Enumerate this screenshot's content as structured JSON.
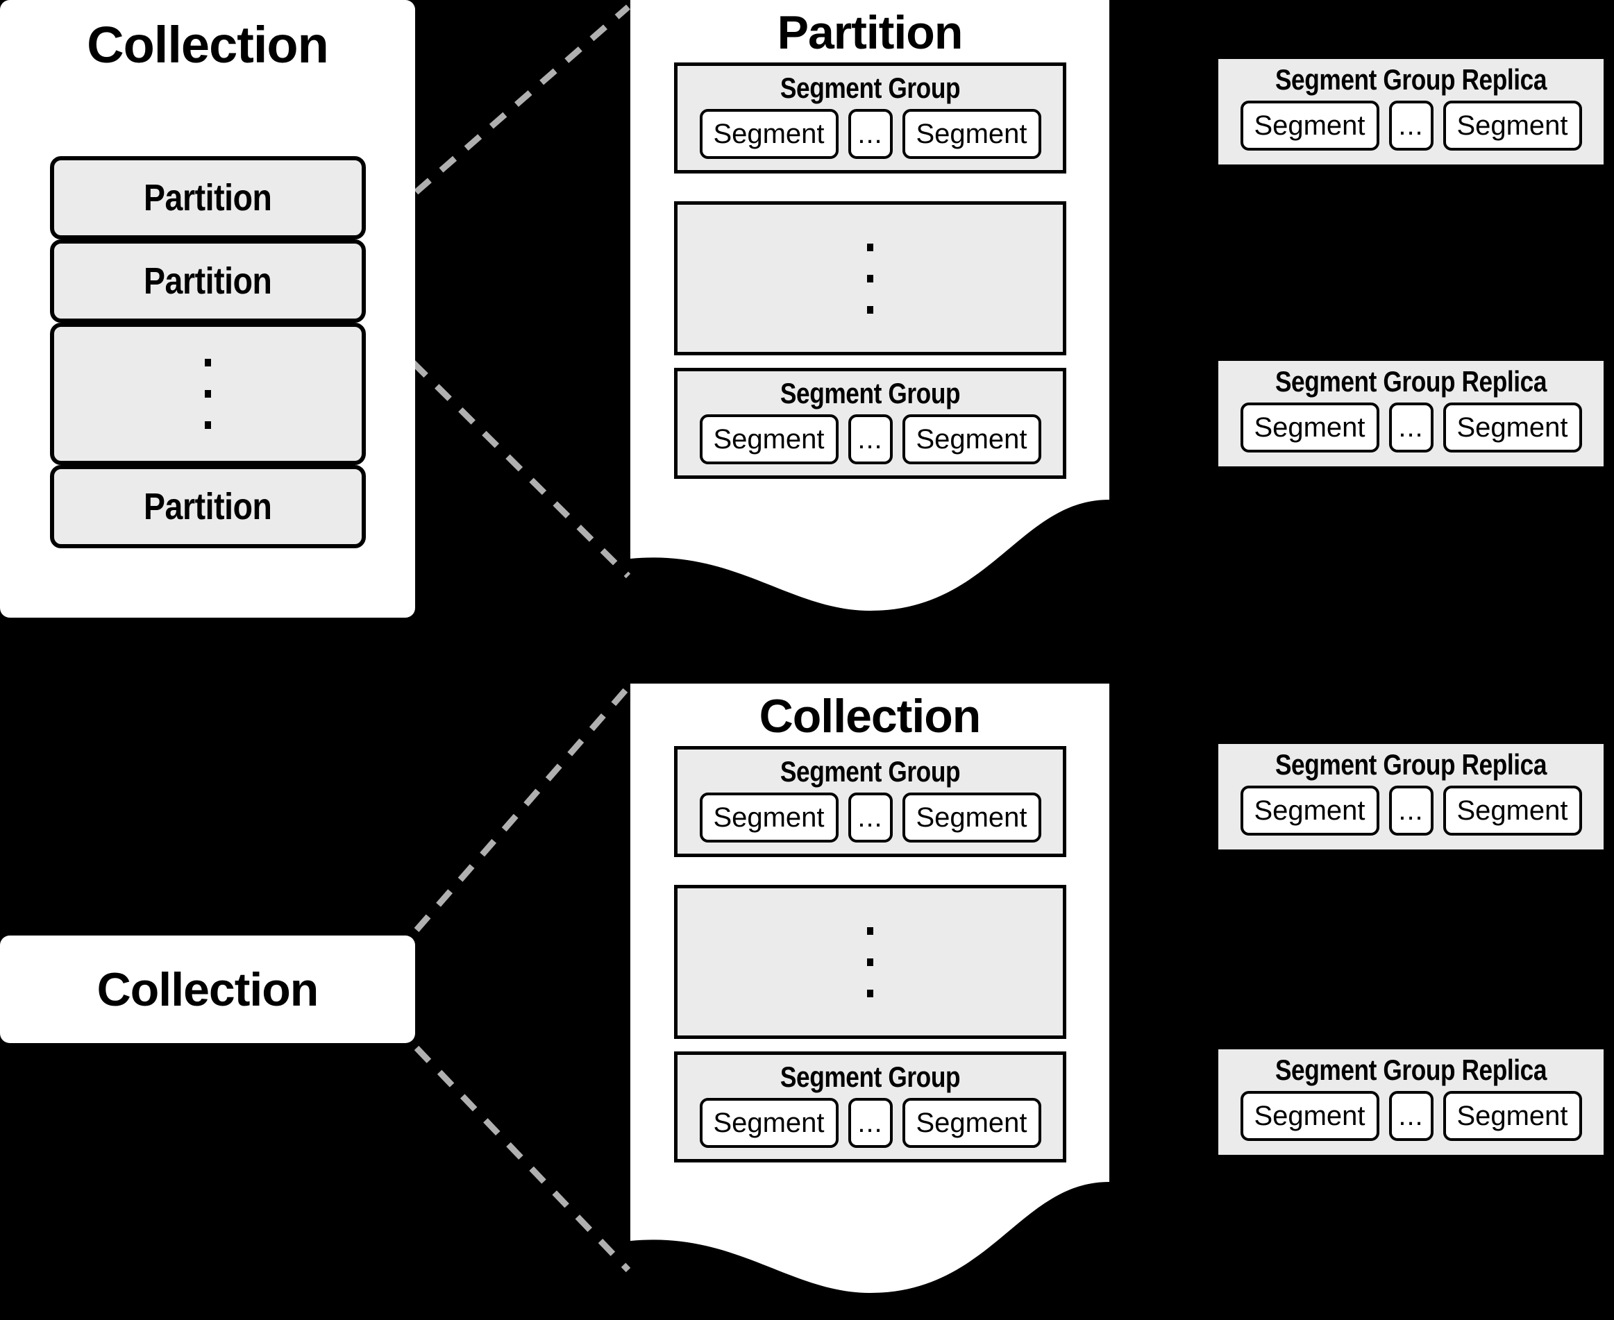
{
  "diagram": {
    "title": "Collection / Partition / Segment Group hierarchy",
    "colors": {
      "background": "#000000",
      "sheet": "#ffffff",
      "group_fill": "#ebebeb",
      "stroke": "#000000",
      "connector": "#b0b0b0"
    },
    "labels": {
      "collection": "Collection",
      "partition": "Partition",
      "segment_group": "Segment Group",
      "segment_group_replica": "Segment Group Replica",
      "segment": "Segment",
      "ellipsis_inline": "...",
      "ellipsis_vertical": "⋮"
    }
  },
  "top_row": {
    "collection_box": {
      "title": "Collection",
      "partitions": [
        {
          "label": "Partition",
          "kind": "item"
        },
        {
          "label": "Partition",
          "kind": "item"
        },
        {
          "label": "",
          "kind": "ellipsis"
        },
        {
          "label": "Partition",
          "kind": "item"
        }
      ]
    },
    "detail_sheet": {
      "title": "Partition",
      "groups": [
        {
          "kind": "group",
          "title": "Segment Group",
          "segments": [
            "Segment",
            "...",
            "Segment"
          ]
        },
        {
          "kind": "ellipsis"
        },
        {
          "kind": "group",
          "title": "Segment Group",
          "segments": [
            "Segment",
            "...",
            "Segment"
          ]
        }
      ]
    },
    "replicas": [
      {
        "title": "Segment Group Replica",
        "segments": [
          "Segment",
          "...",
          "Segment"
        ]
      },
      {
        "title": "Segment Group Replica",
        "segments": [
          "Segment",
          "...",
          "Segment"
        ]
      }
    ]
  },
  "bottom_row": {
    "collection_box": {
      "title": "Collection"
    },
    "detail_sheet": {
      "title": "Collection",
      "groups": [
        {
          "kind": "group",
          "title": "Segment Group",
          "segments": [
            "Segment",
            "...",
            "Segment"
          ]
        },
        {
          "kind": "ellipsis"
        },
        {
          "kind": "group",
          "title": "Segment Group",
          "segments": [
            "Segment",
            "...",
            "Segment"
          ]
        }
      ]
    },
    "replicas": [
      {
        "title": "Segment Group Replica",
        "segments": [
          "Segment",
          "...",
          "Segment"
        ]
      },
      {
        "title": "Segment Group Replica",
        "segments": [
          "Segment",
          "...",
          "Segment"
        ]
      }
    ]
  }
}
